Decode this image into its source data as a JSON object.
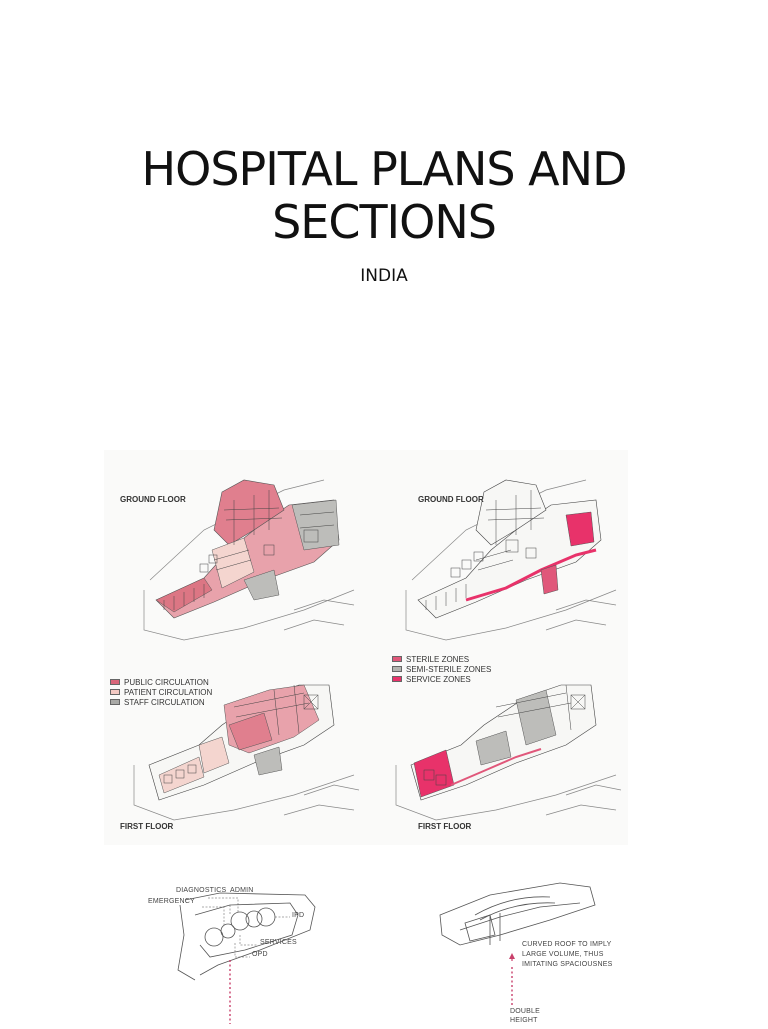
{
  "header": {
    "title_line1": "HOSPITAL PLANS AND",
    "title_line2": "SECTIONS",
    "subtitle": "INDIA"
  },
  "plans": {
    "top_left_label": "GROUND FLOOR",
    "top_right_label": "GROUND FLOOR",
    "bottom_left_label": "FIRST FLOOR",
    "bottom_right_label": "FIRST FLOOR"
  },
  "legend_circulation": [
    {
      "label": "PUBLIC CIRCULATION",
      "color": "#d9667a"
    },
    {
      "label": "PATIENT CIRCULATION",
      "color": "#f3c9c3"
    },
    {
      "label": "STAFF CIRCULATION",
      "color": "#a9a9a6"
    }
  ],
  "legend_zones": [
    {
      "label": "STERILE ZONES",
      "color": "#e0577a"
    },
    {
      "label": "SEMI-STERILE ZONES",
      "color": "#b4b4b0"
    },
    {
      "label": "SERVICE ZONES",
      "color": "#e8326a"
    }
  ],
  "diagrams": {
    "left_labels": [
      "DIAGNOSTICS",
      "ADMIN",
      "EMERGENCY",
      "IPD",
      "SERVICES",
      "OPD"
    ],
    "right_labels": [
      "CURVED ROOF TO IMPLY",
      "LARGE VOLUME, THUS",
      "IMITATING SPACIOUSNES",
      "DOUBLE",
      "HEIGHT"
    ]
  },
  "colors": {
    "public": "#d9667a",
    "patient": "#f3c9c3",
    "staff": "#a9a9a6",
    "sterile": "#e0577a",
    "service": "#e8326a",
    "line": "#555555"
  }
}
